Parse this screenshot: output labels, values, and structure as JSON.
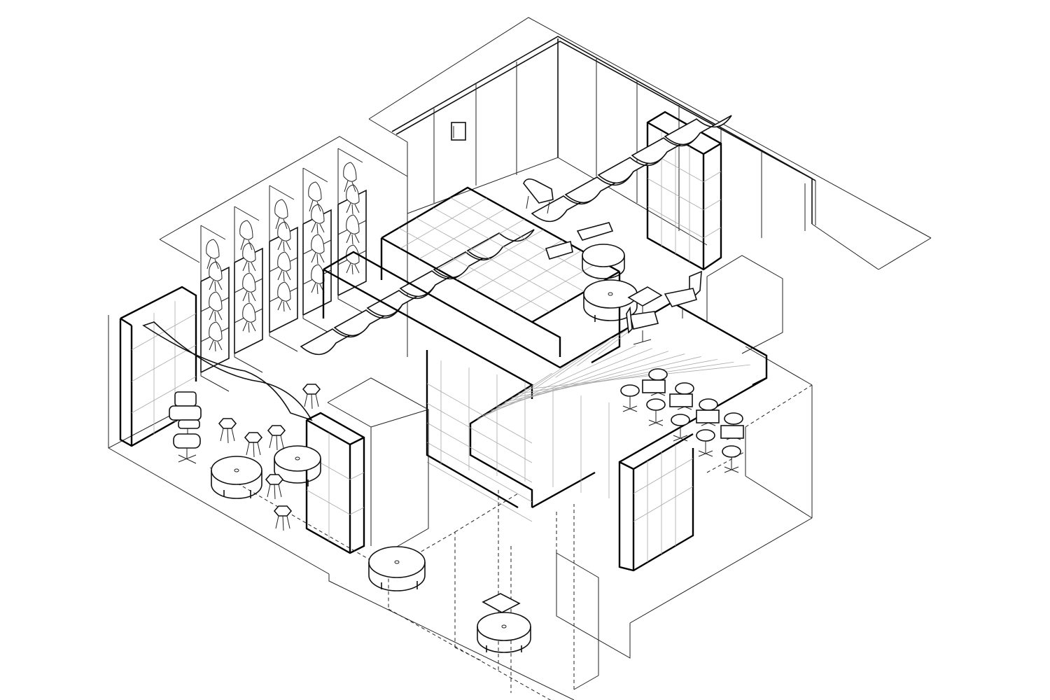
{
  "drawing": {
    "style": "isometric line drawing",
    "line_color": "#000000",
    "background_color": "#ffffff"
  },
  "elements": [
    "perimeter-wall",
    "back-wall-panels",
    "eames-chair-shelving",
    "curved-canopies",
    "glass-cube-rooms",
    "lounge-furniture",
    "cafe-tables",
    "stool-clusters"
  ]
}
